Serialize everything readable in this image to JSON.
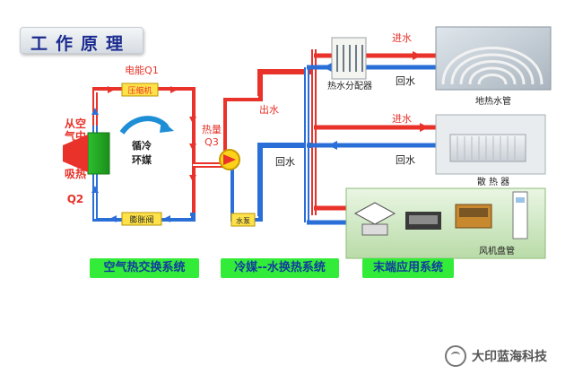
{
  "title": "工作原理",
  "source": {
    "line1": "从空",
    "line2": "气中",
    "line3": "吸热",
    "q": "Q2"
  },
  "compressor": {
    "energy_label": "电能Q1",
    "box_label": "压缩机"
  },
  "refrigerant": {
    "line1": "循冷",
    "line2": "环媒"
  },
  "expansion_valve": "膨胀阀",
  "heat": {
    "line1": "热量",
    "line2": "Q3"
  },
  "water_pump": "水泵",
  "pipes": {
    "out_water_main": "出水",
    "return_water_main": "回水",
    "in_water_top": "进水",
    "return_water_top": "回水",
    "in_water_mid": "进水",
    "return_water_mid": "回水"
  },
  "terminals": {
    "manifold": "热水分配器",
    "floor_heating": "地热水管",
    "radiator": "散 热 器",
    "fan_coil": "风机盘管"
  },
  "systems": [
    "空气热交换系统",
    "冷媒--水换热系统",
    "末端应用系统"
  ],
  "watermark": "大印蓝海科技",
  "colors": {
    "hot_pipe": "#e8322a",
    "cold_pipe": "#2a6fd8",
    "system_label_bg": "#33ec3a",
    "system_label_text": "#123c9e",
    "title_text": "#1b2b8f"
  }
}
